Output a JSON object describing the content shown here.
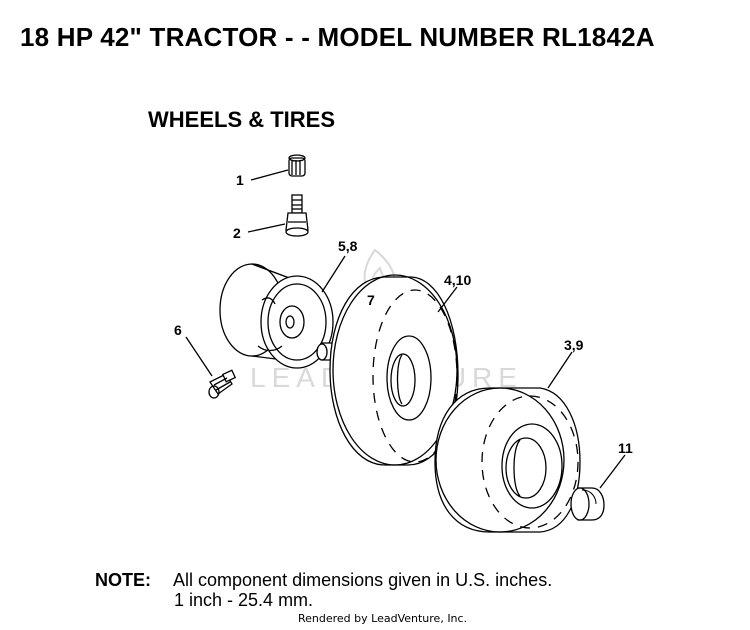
{
  "header": {
    "title": "18 HP 42\" TRACTOR - - MODEL NUMBER RL1842A",
    "section": "WHEELS & TIRES"
  },
  "callouts": {
    "c1": "1",
    "c2": "2",
    "c58": "5,8",
    "c6": "6",
    "c7": "7",
    "c410": "4,10",
    "c39": "3,9",
    "c11": "11"
  },
  "note": {
    "label": "NOTE:",
    "line1": "All component dimensions given in U.S. inches.",
    "line2": "1 inch - 25.4 mm."
  },
  "watermark": {
    "logo_text": "LEADVENTURE"
  },
  "footer": {
    "text": "Rendered by LeadVenture, Inc."
  },
  "icons": [
    "valve-cap-icon",
    "valve-stem-icon",
    "wheel-rim-icon",
    "grease-fitting-icon",
    "bushing-icon",
    "front-tire-icon",
    "rear-tire-icon",
    "hub-cap-icon"
  ]
}
